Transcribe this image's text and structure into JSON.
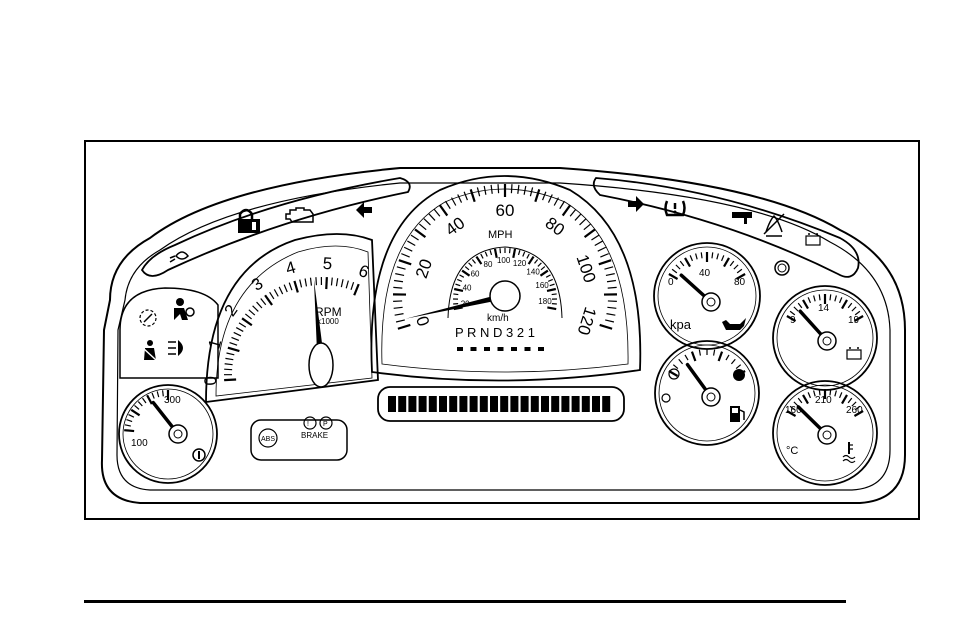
{
  "colors": {
    "ink": "#000000",
    "paper": "#ffffff"
  },
  "speedometer": {
    "unit_primary": "MPH",
    "unit_secondary": "km/h",
    "mph_labels": [
      "0",
      "20",
      "40",
      "60",
      "80",
      "100",
      "120"
    ],
    "kmh_labels": [
      "20",
      "40",
      "60",
      "80",
      "100",
      "120",
      "140",
      "160",
      "180"
    ],
    "mph_min": 0,
    "mph_max": 120,
    "needle_mph": 4,
    "prnd": "P R N D 3 2 1",
    "prnd_dots": 7
  },
  "tachometer": {
    "unit_label": "RPM",
    "unit_sub": "x1000",
    "labels": [
      "0",
      "1",
      "2",
      "3",
      "4",
      "5",
      "6"
    ],
    "needle_rpm": 4.6
  },
  "trans_temp_gauge": {
    "labels": [
      "100",
      "300"
    ],
    "needle_fraction": 0.55
  },
  "oil_pressure_gauge": {
    "labels": [
      "0",
      "40",
      "80"
    ],
    "unit": "kpa",
    "needle_fraction": 0.1
  },
  "voltmeter_gauge": {
    "labels": [
      "9",
      "14",
      "19"
    ],
    "needle_fraction": 0.15
  },
  "fuel_gauge": {
    "needle_fraction": 0.2
  },
  "coolant_gauge": {
    "labels": [
      "160",
      "210",
      "260"
    ],
    "unit": "°C",
    "needle_fraction": 0.12
  },
  "warning_buttons": {
    "abs_label": "ABS",
    "brake_label": "BRAKE"
  },
  "odometer_display": {
    "segments": 22
  },
  "icons": {
    "left_strip": [
      "headlamp-beam-icon",
      "security-lock-icon",
      "check-engine-icon",
      "left-turn-arrow-icon"
    ],
    "right_strip": [
      "right-turn-arrow-icon",
      "tire-pressure-icon",
      "tow-haul-icon",
      "traction-off-icon",
      "battery-icon"
    ],
    "left_cluster": [
      "service-seatbelt-icon",
      "airbag-icon",
      "seatbelt-icon",
      "fog-lamp-icon"
    ],
    "oil_icon": "oil-can-icon",
    "fuel_icon": "fuel-pump-icon",
    "battery_icon": "battery-icon",
    "coolant_icon": "coolant-temp-icon",
    "trans_icon": "transmission-temp-icon"
  }
}
